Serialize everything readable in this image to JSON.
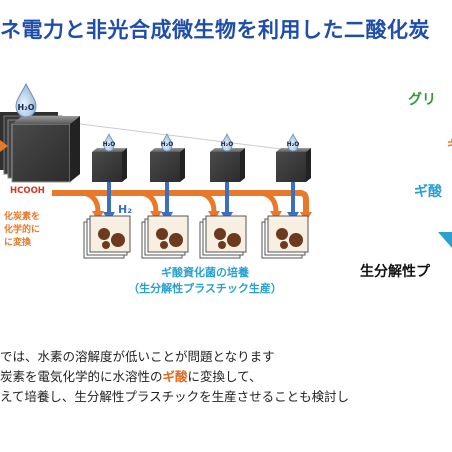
{
  "title": "ネ電力と非光合成微生物を利用した二酸化炭",
  "diagram": {
    "water_label": "H₂O",
    "hcooh_label": "HCOOH",
    "h2_label": "H₂",
    "conversion_text": [
      "化炭素を",
      "化学的に",
      "に変換"
    ],
    "culture_label": "ギ酸資化菌の培養",
    "culture_sublabel": "（生分解性プラスチック生産）"
  },
  "right_panel": {
    "green_text": "グリ",
    "formic_text": "ギ酸",
    "bioplastic_text": "生分解性プ"
  },
  "notes": {
    "line1": "では、水素の溶解度が低いことが問題となります",
    "line2_pre": "炭素を電気化学的に水溶性の",
    "line2_hl": "ギ酸",
    "line2_post": "に変換して、",
    "line3": "えて培養し、生分解性プラスチックを生産させることも検討し"
  },
  "colors": {
    "title": "#1f4ea8",
    "orange": "#e8782a",
    "blue": "#3a6fc4",
    "green": "#2c9c3a",
    "cyan": "#2aa0d0",
    "red": "#d8341f",
    "dark": "#3a3a3a"
  }
}
